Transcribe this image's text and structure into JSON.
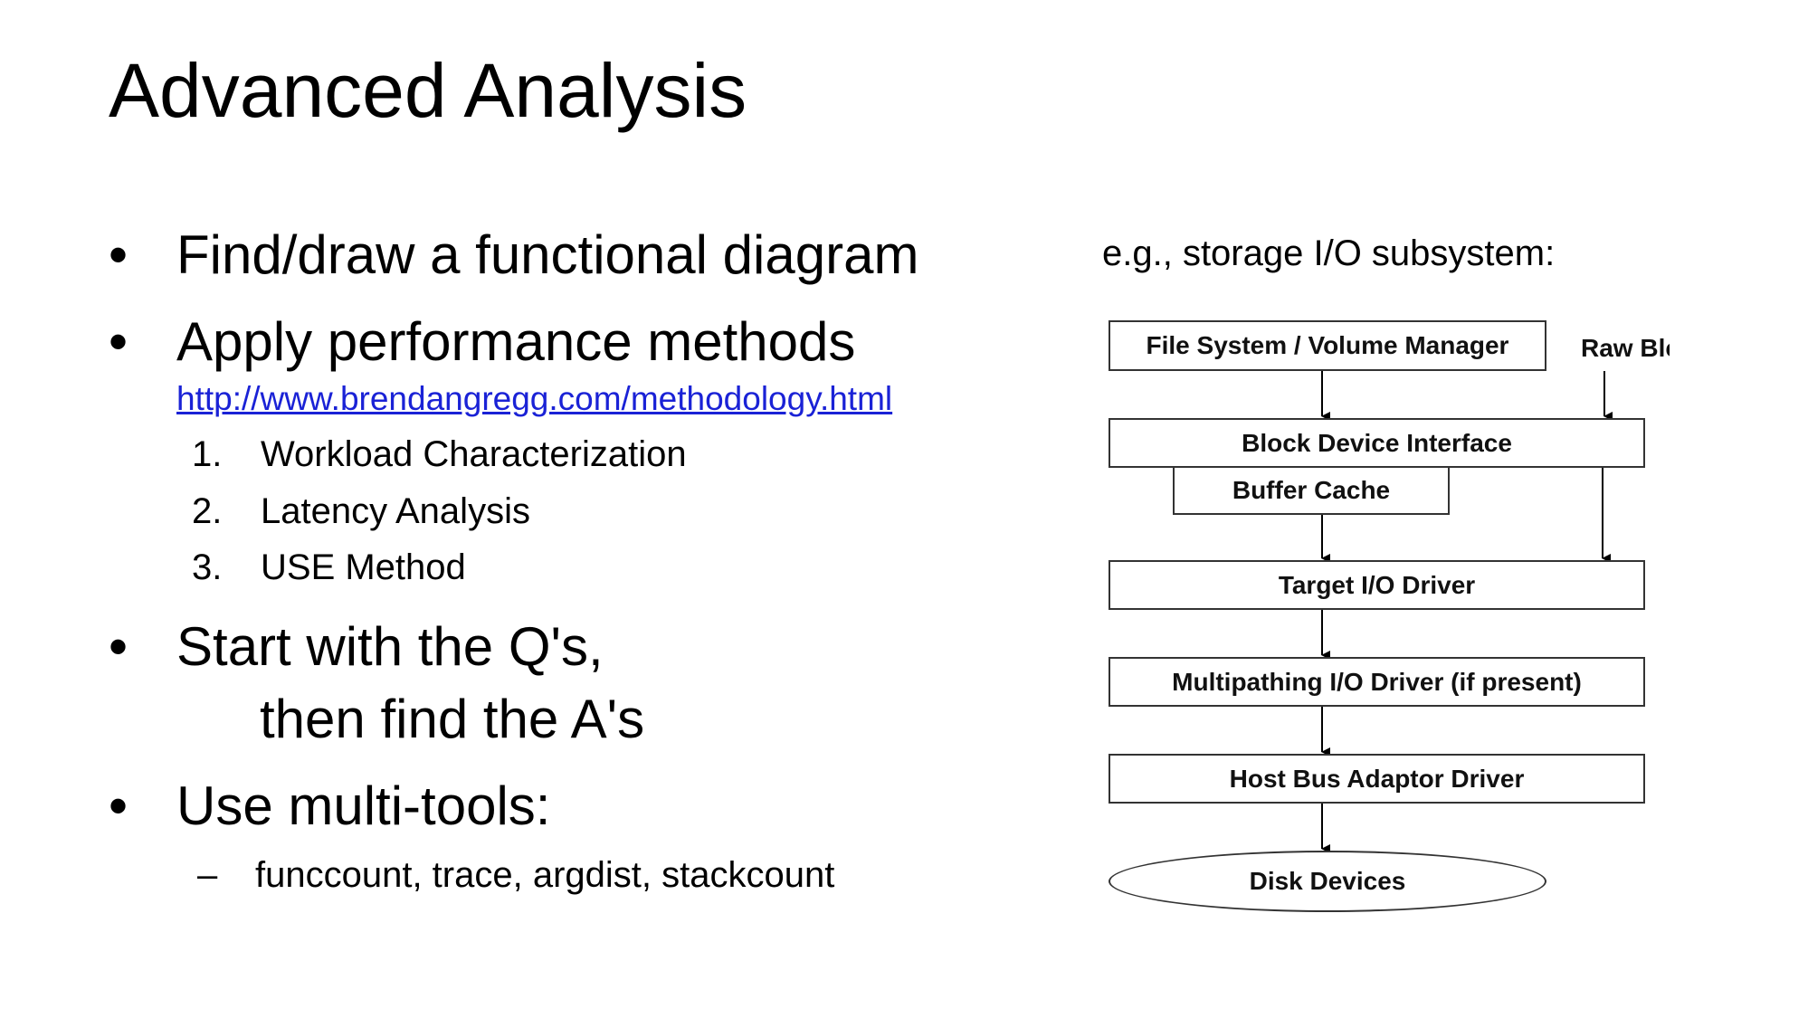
{
  "slide": {
    "title": "Advanced Analysis",
    "bullet_symbol": "•",
    "bullets": [
      "Find/draw a functional diagram",
      "Apply performance methods",
      "Start with the Q's,",
      "Use multi-tools:"
    ],
    "bullet3_continuation": "then find the A's",
    "link": "http://www.brendangregg.com/methodology.html",
    "methods": [
      {
        "num": "1.",
        "text": "Workload Characterization"
      },
      {
        "num": "2.",
        "text": "Latency Analysis"
      },
      {
        "num": "3.",
        "text": "USE Method"
      }
    ],
    "subitem_dash": "–",
    "tools": "funccount, trace, argdist, stackcount"
  },
  "diagram": {
    "caption": "e.g., storage I/O subsystem:",
    "boxes": {
      "file_system": "File System / Volume Manager",
      "raw_block": "Raw Blc",
      "block_device": "Block Device Interface",
      "buffer_cache": "Buffer Cache",
      "target_driver": "Target I/O Driver",
      "multipathing": "Multipathing I/O Driver (if present)",
      "hba_driver": "Host Bus Adaptor Driver",
      "disk_devices": "Disk Devices"
    },
    "colors": {
      "link": "#1a22d6",
      "box_border": "#333333"
    }
  }
}
